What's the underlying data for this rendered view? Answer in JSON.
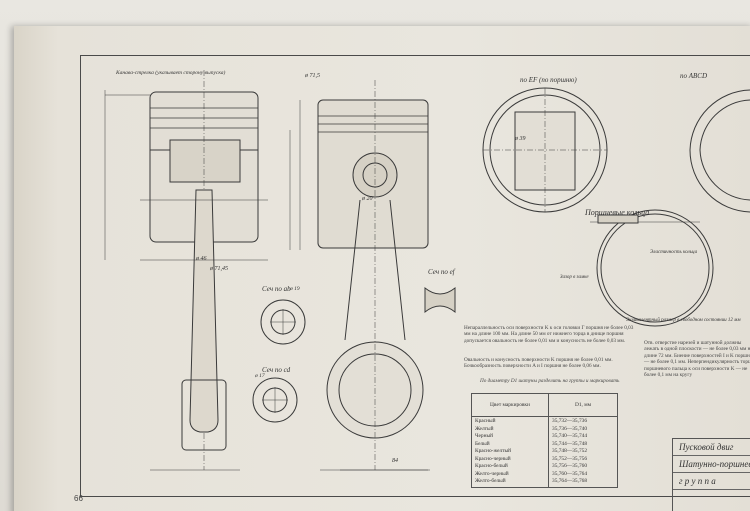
{
  "page_number": "66",
  "section_titles": {
    "ab": "Сеч по ab",
    "cd": "Сеч по cd",
    "ef": "Сеч по ef",
    "view_ef": "по EF (по поршню)",
    "view_abcd": "по ABCD",
    "rings": "Поршневые кольца"
  },
  "top_callout": "Канава-стрелка (указывает сторону выпуска)",
  "notes": {
    "para1": "Непараллельность оси поверхности K к оси головки Г поршня не более 0,03 мм на длине 100 мм. На длине 50 мм от нижнего торца в днище поршня допускается овальность не более 0,01 мм и конусность не более 0,03 мм.",
    "para2": "Овальность и конусность поверхности K поршня не более 0,01 мм. Бочкообразность поверхности A и I поршня не более 0,06 мм.",
    "para3": "По диаметру D1 шатуны разделить на группы и маркировать",
    "right": "Отв. отверстие нарезей и шатунной должны лежать в одной плоскости — не более 0,03 мм на длине 72 мм. Биение поверхностей I и K поршня — не более 0,1 мм. Неперпендикулярность торца поршневого пальца к оси поверхности K — не более 0,1 мм на кругу"
  },
  "table": {
    "header_left": "Цвет маркировки",
    "header_right": "D1, мм",
    "names": [
      "Красный",
      "Желтый",
      "Черный",
      "Белый",
      "Красно-желтый",
      "Красно-черный",
      "Красно-белый",
      "Желто-черный",
      "Желто-белый"
    ],
    "values": [
      "35,732—35,736",
      "35,736—35,740",
      "35,740—35,744",
      "35,744—35,748",
      "35,748—35,752",
      "35,752—35,756",
      "35,756—35,760",
      "35,760—35,764",
      "35,764—35,768"
    ]
  },
  "stamp": {
    "line1": "Пусковой двиг",
    "line2": "Шатунно-поршнево",
    "line3": "г р у п п а"
  },
  "ring_notes": {
    "a": "Эквивалентный размер в свободном состоянии 12 мм",
    "b": "Эластичность кольца",
    "c": "Зазор в замке"
  },
  "dims": {
    "d1": "ø 71,5",
    "d2": "ø 46",
    "d3": "ø 71,45",
    "d4": "ø 19",
    "d5": "ø 20",
    "d6": "ø 17",
    "d7": "ø 39",
    "d8": "84"
  }
}
